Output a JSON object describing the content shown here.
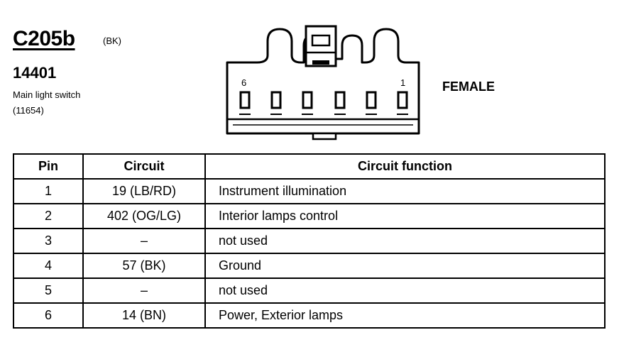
{
  "header": {
    "connector_id": "C205b",
    "connector_color": "(BK)",
    "part_number": "14401",
    "description": "Main light switch",
    "reference": "(11654)"
  },
  "connector": {
    "gender": "FEMALE",
    "pin_label_left": "6",
    "pin_label_right": "1",
    "cavity_count": 6
  },
  "table": {
    "headers": {
      "pin": "Pin",
      "circuit": "Circuit",
      "function": "Circuit function"
    },
    "rows": [
      {
        "pin": "1",
        "circuit": "19 (LB/RD)",
        "function": "Instrument illumination"
      },
      {
        "pin": "2",
        "circuit": "402 (OG/LG)",
        "function": "Interior lamps control"
      },
      {
        "pin": "3",
        "circuit": "–",
        "function": "not used"
      },
      {
        "pin": "4",
        "circuit": "57 (BK)",
        "function": "Ground"
      },
      {
        "pin": "5",
        "circuit": "–",
        "function": "not used"
      },
      {
        "pin": "6",
        "circuit": "14 (BN)",
        "function": "Power, Exterior lamps"
      }
    ]
  }
}
